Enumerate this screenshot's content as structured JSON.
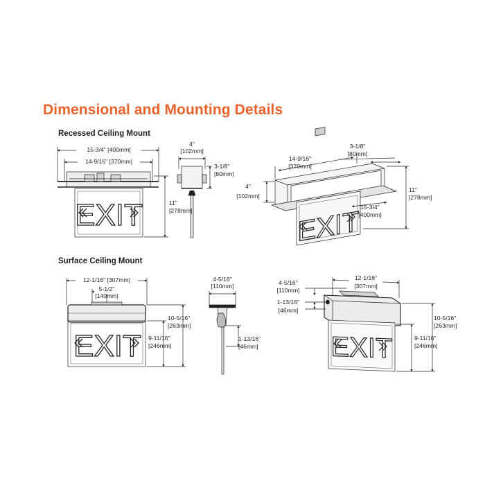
{
  "title": "Dimensional and Mounting Details",
  "sections": {
    "recessed": "Recessed Ceiling Mount",
    "surface": "Surface Ceiling Mount"
  },
  "sign_text": "EXIT",
  "chevron": "chevron-icon",
  "colors": {
    "title": "#e8632b",
    "line": "#231f20",
    "panel": "#e8e8e8"
  },
  "dims": {
    "r_front_width": "15-3/4\" [400mm]",
    "r_front_inner": "14-9/16\" [370mm]",
    "r_front_height_a": "11\"",
    "r_front_height_b": "[278mm]",
    "r_side_width_a": "4\"",
    "r_side_width_b": "[102mm]",
    "r_side_depth_a": "3-1/8\"",
    "r_side_depth_b": "[80mm]",
    "r_iso_inner_a": "14-9/16\"",
    "r_iso_inner_b": "[370mm]",
    "r_iso_depth_a": "3-1/8\"",
    "r_iso_depth_b": "[80mm]",
    "r_iso_width_a": "4\"",
    "r_iso_width_b": "[102mm]",
    "r_iso_height_a": "11\"",
    "r_iso_height_b": "[278mm]",
    "r_iso_outer_a": "15-3/4\"",
    "r_iso_outer_b": "[400mm]",
    "s_front_width": "12-1/16\" [307mm]",
    "s_front_half_a": "5-1/2\"",
    "s_front_half_b": "[140mm]",
    "s_front_h1_a": "10-5/16\"",
    "s_front_h1_b": "[263mm]",
    "s_front_h2_a": "9-11/16\"",
    "s_front_h2_b": "[246mm]",
    "s_side_top_a": "4-5/16\"",
    "s_side_top_b": "[110mm]",
    "s_side_depth_a": "1-13/16\"",
    "s_side_depth_b": "[46mm]",
    "s_iso_top_a": "4-5/16\"",
    "s_iso_top_b": "[110mm]",
    "s_iso_width_a": "12-1/16\"",
    "s_iso_width_b": "[307mm]",
    "s_iso_depth_a": "1-13/16\"",
    "s_iso_depth_b": "[46mm]",
    "s_iso_h1_a": "10-5/16\"",
    "s_iso_h1_b": "[263mm]",
    "s_iso_h2_a": "9-11/16\"",
    "s_iso_h2_b": "[246mm]"
  }
}
